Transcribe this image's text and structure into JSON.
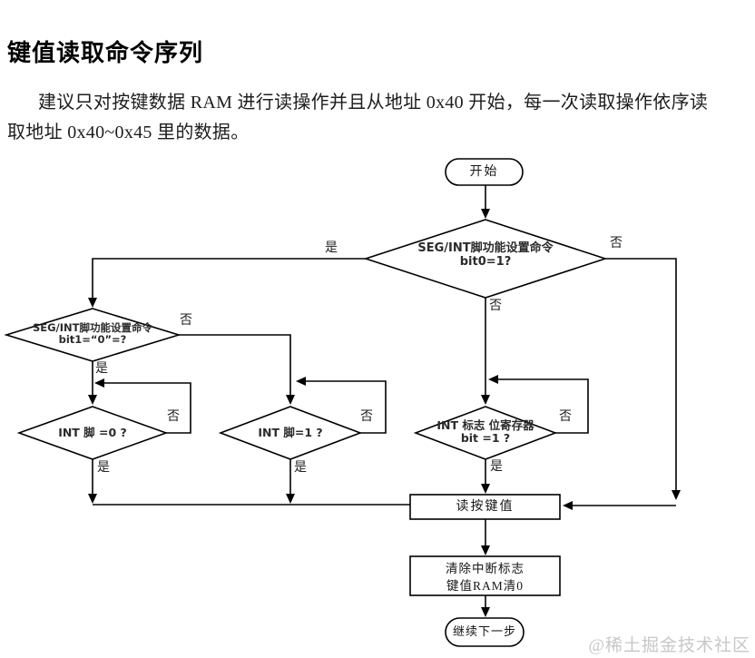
{
  "page": {
    "title": "键值读取命令序列",
    "paragraph": {
      "line1": "建议只对按键数据 RAM 进行读操作并且从地址 0x40 开始，每一次读取操作依序读",
      "line2": "取地址 0x40~0x45 里的数据。"
    },
    "watermark": "@稀土掘金技术社区"
  },
  "flowchart": {
    "start": {
      "label": "开始"
    },
    "decision_bit0": {
      "line1": "SEG/INT脚功能设置命令",
      "line2": "bit0=1?"
    },
    "decision_bit1": {
      "line1": "SEG/INT脚功能设置命令",
      "line2": "bit1=“0”=?"
    },
    "decision_int0": {
      "label": "INT 脚 =0 ?"
    },
    "decision_int1": {
      "label": "INT 脚=1 ?"
    },
    "decision_flag": {
      "line1": "INT 标志 位寄存器",
      "line2": "bit =1 ?"
    },
    "process_read": {
      "label": "读按键值"
    },
    "process_clear": {
      "line1": "清除中断标志",
      "line2": "键值RAM清0"
    },
    "end": {
      "label": "继续下一步"
    },
    "labels": {
      "yes": "是",
      "no": "否"
    },
    "line_color": "#000000"
  }
}
